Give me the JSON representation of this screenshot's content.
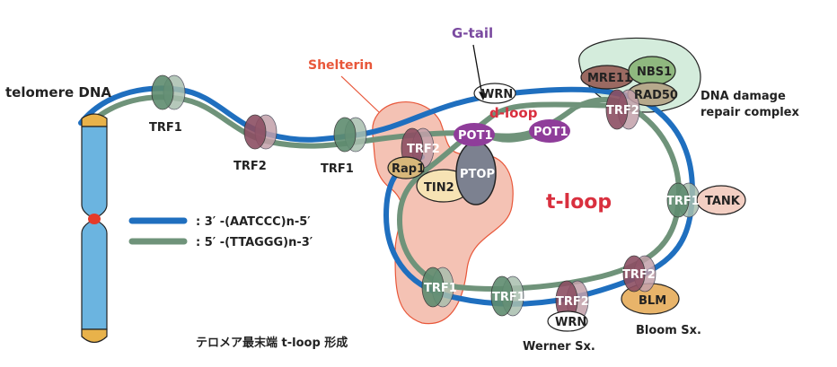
{
  "labels": {
    "telomere_dna": "telomere DNA",
    "shelterin": "Shelterin",
    "g_tail": "G-tail",
    "d_loop": "d-loop",
    "t_loop": "t-loop",
    "dna_damage_line1": "DNA damage",
    "dna_damage_line2": "repair complex",
    "werner": "Werner Sx.",
    "bloom": "Bloom Sx.",
    "caption": "テロメア最末端 t-loop 形成"
  },
  "legend": [
    {
      "strand": "blue",
      "text": ": 3′ -(AATCCC)n-5′"
    },
    {
      "strand": "green",
      "text": ": 5′ -(TTAGGG)n-3′"
    }
  ],
  "proteins": {
    "trf1_a": "TRF1",
    "trf2_a": "TRF2",
    "trf1_b": "TRF1",
    "trf2_shelterin": "TRF2",
    "rap1": "Rap1",
    "tin2": "TIN2",
    "ptop": "PTOP",
    "pot1_a": "POT1",
    "pot1_b": "POT1",
    "wrn_top": "WRN",
    "mre11": "MRE11",
    "nbs1": "NBS1",
    "rad50": "RAD50",
    "trf2_right": "TRF2",
    "trf1_right": "TRF1",
    "tank": "TANK",
    "trf2_bloom": "TRF2",
    "blm": "BLM",
    "trf2_werner": "TRF2",
    "wrn_bottom": "WRN",
    "trf1_bottom_a": "TRF1",
    "trf1_bottom_b": "TRF1"
  },
  "colors": {
    "blue_strand": "#1f6fbf",
    "green_strand": "#6f937a",
    "shelterin_fill": "#f4c2b4",
    "shelterin_stroke": "#e8573a",
    "trf1": "#5f8c70",
    "trf2": "#8c4f63",
    "pot1": "#8f3d9a",
    "ptop": "#7c8190",
    "chromosome": "#6bb4e0",
    "telomere_cap": "#e8b24a",
    "centromere": "#e53a2a",
    "t_loop_text": "#d9303f",
    "g_tail_text": "#7a4aa0",
    "shelterin_text": "#e8573a"
  }
}
